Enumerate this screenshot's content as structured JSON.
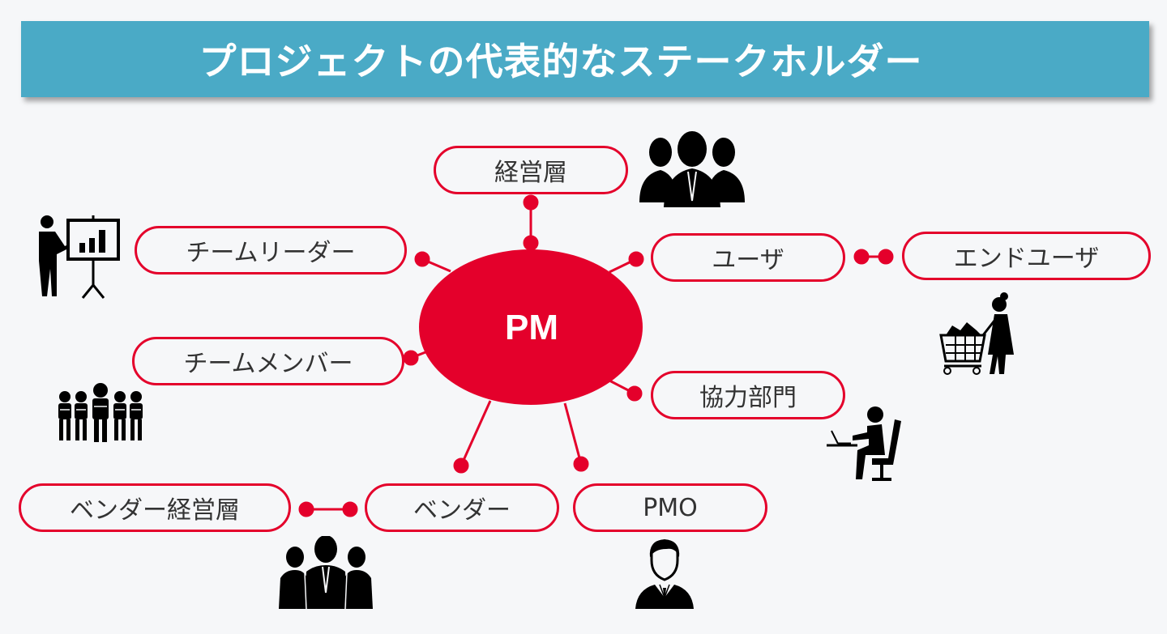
{
  "title": "プロジェクトの代表的なステークホルダー",
  "center": {
    "label": "PM",
    "color": "#e4002b"
  },
  "colors": {
    "accent": "#e4002b",
    "banner": "#4aaac6",
    "text": "#333333",
    "icon": "#000000"
  },
  "stakeholders": [
    {
      "id": "management",
      "label": "経営層",
      "icon": "group-business-icon"
    },
    {
      "id": "team-leader",
      "label": "チームリーダー",
      "icon": "presenter-chart-icon"
    },
    {
      "id": "user",
      "label": "ユーザ",
      "icon": null
    },
    {
      "id": "end-user",
      "label": "エンドユーザ",
      "icon": "shopper-cart-icon",
      "connected_to": "user"
    },
    {
      "id": "team-member",
      "label": "チームメンバー",
      "icon": "team-group-icon"
    },
    {
      "id": "cooperating-dept",
      "label": "協力部門",
      "icon": "desk-worker-icon"
    },
    {
      "id": "vendor",
      "label": "ベンダー",
      "icon": null
    },
    {
      "id": "vendor-management",
      "label": "ベンダー経営層",
      "icon": "executives-icon",
      "connected_to": "vendor"
    },
    {
      "id": "pmo",
      "label": "PMO",
      "icon": "businessman-icon"
    }
  ]
}
